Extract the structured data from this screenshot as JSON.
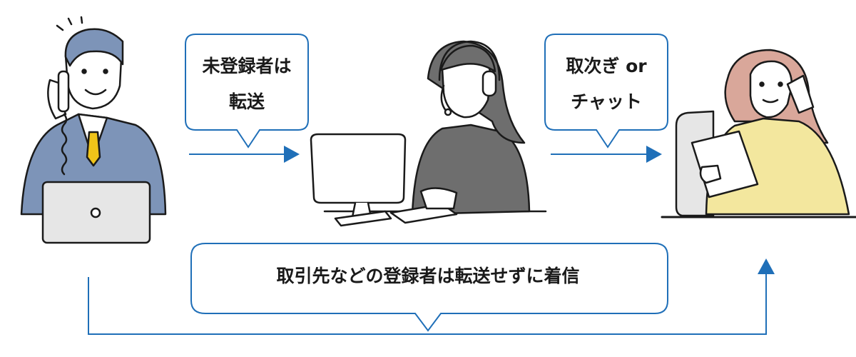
{
  "flow": {
    "unregistered_bubble": {
      "line1": "未登録者は",
      "line2": "転送"
    },
    "handoff_bubble": {
      "line1": "取次ぎ or",
      "line2": "チャット"
    },
    "registered_bubble": {
      "text": "取引先などの登録者は転送せずに着信"
    }
  },
  "colors": {
    "arrow": "#1f6fb8",
    "bubble_border": "#1f6fb8",
    "caller_suit": "#7d94b8",
    "operator_suit": "#6e6e6e",
    "recipient_jacket": "#f3e79e",
    "recipient_hair": "#d9a79a",
    "tie": "#f0c419"
  },
  "figures": {
    "caller": "businessman-on-phone-with-laptop",
    "operator": "call-center-operator-with-headset",
    "recipient": "businesswoman-on-phone-with-document"
  }
}
